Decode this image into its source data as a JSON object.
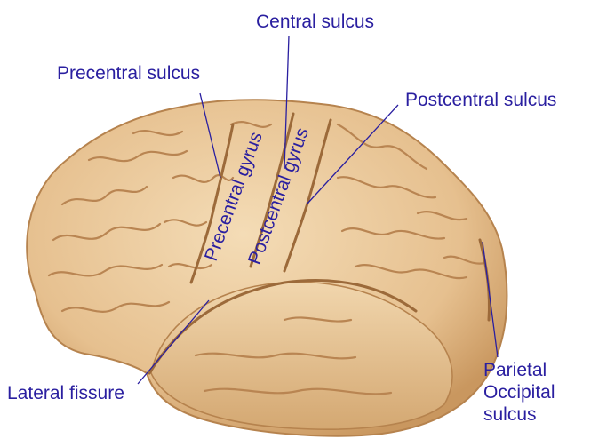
{
  "labels": {
    "central_sulcus": "Central sulcus",
    "precentral_sulcus": "Precentral sulcus",
    "postcentral_sulcus": "Postcentral sulcus",
    "precentral_gyrus": "Precentral gyrus",
    "postcentral_gyrus": "Postcentral gyrus",
    "lateral_fissure": "Lateral fissure",
    "parietal_occipital_sulcus": [
      "Parietal",
      "Occipital",
      "sulcus"
    ]
  },
  "colors": {
    "label_text": "#2a1fa0",
    "leader_line": "#2a1fa0",
    "brain_fill": "#e9c79a",
    "brain_shadow": "#c99a66",
    "sulcus_line": "#b98552"
  }
}
